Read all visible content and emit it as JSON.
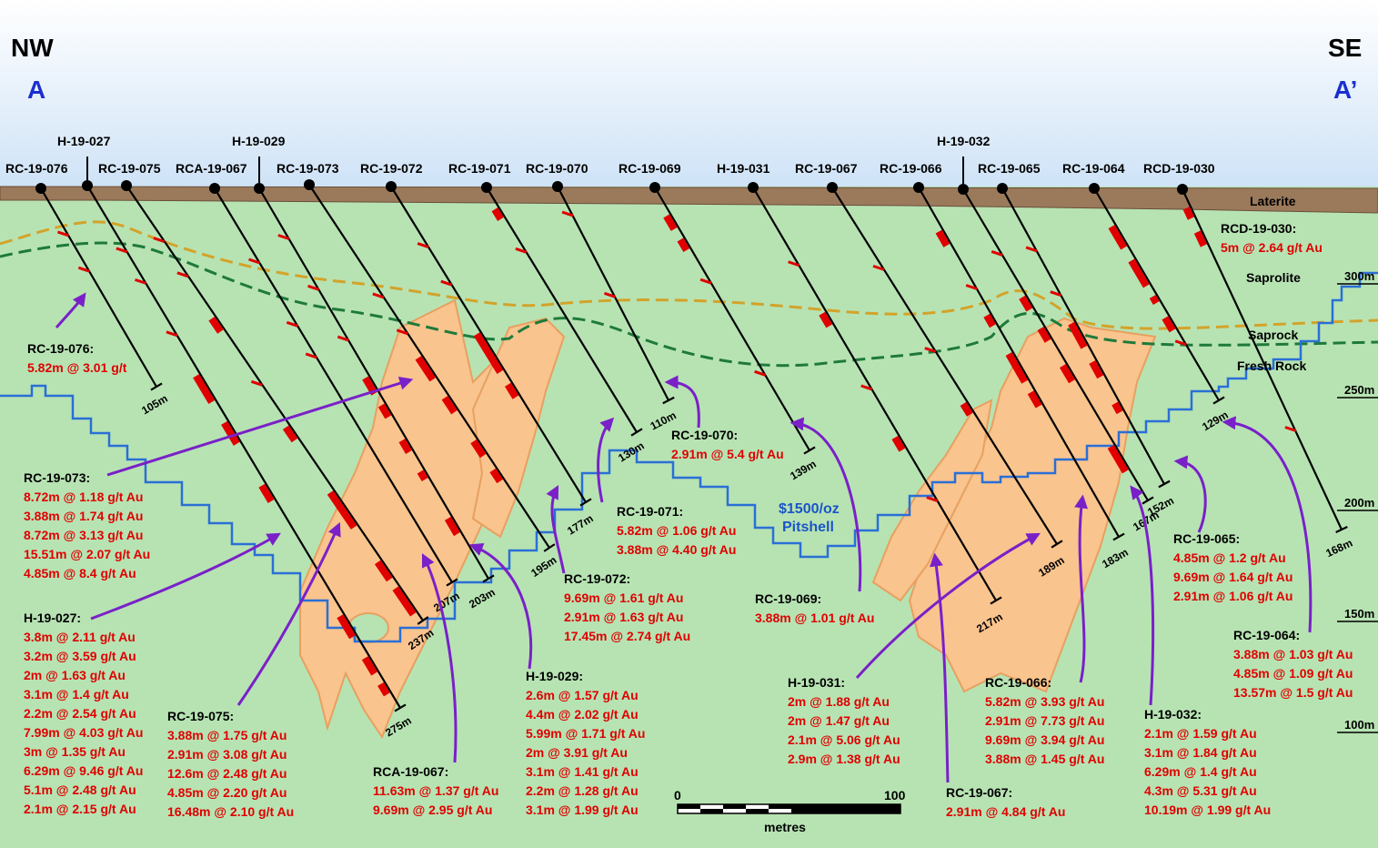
{
  "directions": {
    "left": "NW",
    "left_sub": "A",
    "right": "SE",
    "right_sub": "A’"
  },
  "zones": {
    "laterite": "Laterite",
    "saprolite": "Saprolite",
    "saprock": "Saprock",
    "fresh_rock": "Fresh Rock"
  },
  "elevations": [
    "300m",
    "250m",
    "200m",
    "150m",
    "100m"
  ],
  "pitshell": {
    "line1": "$1500/oz",
    "line2": "Pitshell"
  },
  "scale": {
    "start": "0",
    "end": "100",
    "unit": "metres"
  },
  "holes": [
    {
      "id": "RC-19-076",
      "depth": "105m"
    },
    {
      "id": "H-19-027",
      "depth": "275m"
    },
    {
      "id": "RC-19-075",
      "depth": "237m"
    },
    {
      "id": "RCA-19-067",
      "depth": "207m"
    },
    {
      "id": "H-19-029",
      "depth": "203m"
    },
    {
      "id": "RC-19-073",
      "depth": "195m"
    },
    {
      "id": "RC-19-072",
      "depth": "177m"
    },
    {
      "id": "RC-19-071",
      "depth": "130m"
    },
    {
      "id": "RC-19-070",
      "depth": "110m"
    },
    {
      "id": "RC-19-069",
      "depth": "139m"
    },
    {
      "id": "H-19-031",
      "depth": "217m"
    },
    {
      "id": "RC-19-067",
      "depth": "189m"
    },
    {
      "id": "RC-19-066",
      "depth": "183m"
    },
    {
      "id": "H-19-032",
      "depth": "167m"
    },
    {
      "id": "RC-19-065",
      "depth": "152m"
    },
    {
      "id": "RC-19-064",
      "depth": "129m"
    },
    {
      "id": "RCD-19-030",
      "depth": "168m"
    }
  ],
  "annotations": [
    {
      "title": "RCD-19-030:",
      "lines": [
        "5m @ 2.64 g/t Au"
      ]
    },
    {
      "title": "RC-19-076:",
      "lines": [
        "5.82m @ 3.01 g/t"
      ]
    },
    {
      "title": "RC-19-073:",
      "lines": [
        "8.72m @ 1.18 g/t Au",
        "3.88m @ 1.74 g/t Au",
        "8.72m @ 3.13 g/t Au",
        "15.51m @ 2.07 g/t Au",
        "4.85m @ 8.4 g/t Au"
      ]
    },
    {
      "title": "H-19-027:",
      "lines": [
        "3.8m @ 2.11 g/t Au",
        "3.2m @ 3.59 g/t Au",
        "2m @ 1.63 g/t Au",
        "3.1m @ 1.4 g/t Au",
        "2.2m @ 2.54 g/t Au",
        "7.99m @ 4.03 g/t Au",
        "3m @ 1.35 g/t Au",
        "6.29m @ 9.46 g/t Au",
        "5.1m @ 2.48 g/t Au",
        "2.1m @ 2.15 g/t Au"
      ]
    },
    {
      "title": "RC-19-075:",
      "lines": [
        "3.88m @ 1.75 g/t Au",
        "2.91m @ 3.08 g/t Au",
        "12.6m @ 2.48 g/t Au",
        "4.85m @ 2.20 g/t Au",
        "16.48m @ 2.10 g/t Au"
      ]
    },
    {
      "title": "RCA-19-067:",
      "lines": [
        "11.63m @ 1.37 g/t Au",
        "9.69m @ 2.95 g/t Au"
      ]
    },
    {
      "title": "H-19-029:",
      "lines": [
        "2.6m @ 1.57 g/t Au",
        "4.4m @ 2.02 g/t Au",
        "5.99m @ 1.71 g/t Au",
        "2m @ 3.91 g/t Au",
        "3.1m @ 1.41 g/t Au",
        "2.2m @ 1.28 g/t Au",
        "3.1m @ 1.99 g/t Au"
      ]
    },
    {
      "title": "RC-19-072:",
      "lines": [
        "9.69m @ 1.61 g/t Au",
        "2.91m @ 1.63 g/t Au",
        "17.45m @ 2.74 g/t Au"
      ]
    },
    {
      "title": "RC-19-071:",
      "lines": [
        "5.82m @ 1.06 g/t Au",
        "3.88m @ 4.40 g/t Au"
      ]
    },
    {
      "title": "RC-19-070:",
      "lines": [
        "2.91m @ 5.4 g/t Au"
      ]
    },
    {
      "title": "RC-19-069:",
      "lines": [
        "3.88m @ 1.01 g/t Au"
      ]
    },
    {
      "title": "H-19-031:",
      "lines": [
        "2m @ 1.88 g/t Au",
        "2m @ 1.47 g/t Au",
        "2.1m @ 5.06 g/t Au",
        "2.9m @ 1.38 g/t Au"
      ]
    },
    {
      "title": "RC-19-066:",
      "lines": [
        "5.82m @ 3.93 g/t Au",
        "2.91m @ 7.73 g/t Au",
        "9.69m @ 3.94 g/t Au",
        "3.88m @ 1.45 g/t Au"
      ]
    },
    {
      "title": "RC-19-067:",
      "lines": [
        "2.91m @ 4.84 g/t Au"
      ]
    },
    {
      "title": "H-19-032:",
      "lines": [
        "2.1m @ 1.59 g/t Au",
        "3.1m @ 1.84 g/t Au",
        "6.29m @ 1.4 g/t Au",
        "4.3m @ 5.31 g/t Au",
        "10.19m @ 1.99 g/t Au"
      ]
    },
    {
      "title": "RC-19-065:",
      "lines": [
        "4.85m @ 1.2 g/t Au",
        "9.69m @ 1.64 g/t Au",
        "2.91m @ 1.06 g/t Au"
      ]
    },
    {
      "title": "RC-19-064:",
      "lines": [
        "3.88m @ 1.03 g/t Au",
        "4.85m @ 1.09 g/t Au",
        "13.57m @ 1.5 g/t Au"
      ]
    }
  ]
}
